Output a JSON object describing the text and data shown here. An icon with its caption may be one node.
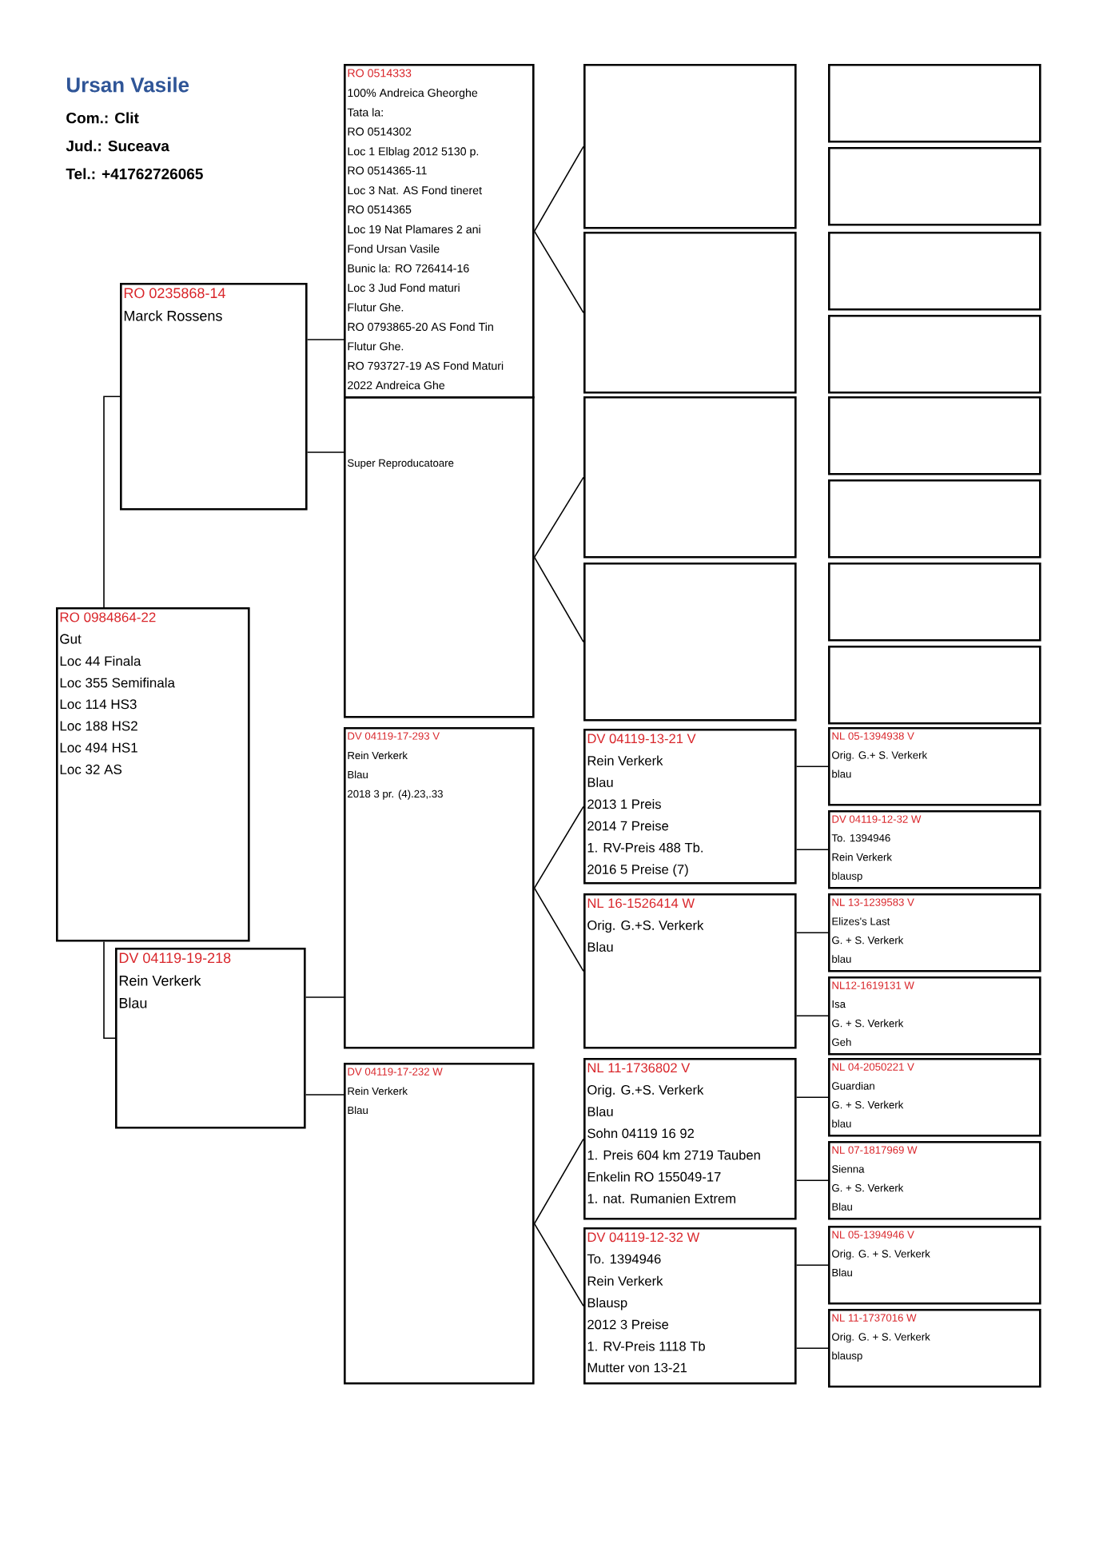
{
  "diagram": {
    "title": "Ursan Vasile",
    "labels": [
      "Com.: Clit",
      "Jud.: Suceava",
      "Tel.: +41762726065"
    ],
    "nodes": [
      {
        "text": [
          "RO 0984864-22",
          "Gut",
          "Loc 44 Finala",
          "Loc 355 Semifinala",
          "Loc 114 HS3",
          "Loc 188 HS2",
          "Loc 494 HS1",
          "Loc 32 AS"
        ]
      },
      {
        "text": [
          "RO 0235868-14",
          "Marck Rossens"
        ]
      },
      {
        "text": [
          "DV 04119-19-218",
          "Rein Verkerk",
          "Blau"
        ]
      },
      {
        "text": [
          "RO 0514333",
          "100% Andreica Gheorghe",
          "Tata la:",
          "RO 0514302",
          "Loc 1 Elblag 2012 5130 p.",
          "RO 0514365-11",
          "Loc 3 Nat. AS Fond tineret",
          "RO 0514365",
          "Loc 19 Nat Plamares 2 ani",
          "Fond Ursan Vasile",
          "Bunic la: RO 726414-16",
          "Loc 3 Jud Fond maturi",
          "Flutur Ghe.",
          "RO 0793865-20 AS Fond Tin",
          "Flutur Ghe.",
          "RO 793727-19 AS Fond Maturi",
          "2022 Andreica Ghe"
        ]
      },
      {
        "text": [
          "Super Reproducatoare"
        ]
      },
      {
        "text": [
          "DV 04119-17-293 V",
          "Rein Verkerk",
          "Blau",
          "2018 3 pr. (4).23,.33"
        ]
      },
      {
        "text": [
          "DV 04119-17-232 W",
          "Rein Verkerk",
          "Blau"
        ]
      },
      {
        "text": [],
        "shape": "box"
      },
      {
        "text": [],
        "shape": "box"
      },
      {
        "text": [],
        "shape": "box"
      },
      {
        "text": [],
        "shape": "box"
      },
      {
        "text": [
          "DV 04119-13-21 V",
          "Rein Verkerk",
          "Blau",
          "2013 1 Preis",
          "2014 7 Preise",
          "1. RV-Preis 488 Tb.",
          "2016 5 Preise (7)"
        ]
      },
      {
        "text": [
          "NL 16-1526414 W",
          "Orig. G.+S. Verkerk",
          "Blau"
        ]
      },
      {
        "text": [
          "NL 11-1736802 V",
          "Orig. G.+S. Verkerk",
          "Blau",
          "Sohn 04119 16 92",
          "1. Preis 604 km 2719 Tauben",
          "Enkelin RO 155049-17",
          "1. nat. Rumanien Extrem"
        ]
      },
      {
        "text": [
          "DV 04119-12-32 W",
          "To. 1394946",
          "Rein Verkerk",
          "Blausp",
          "2012 3 Preise",
          "1. RV-Preis 1118 Tb",
          "Mutter von 13-21"
        ]
      },
      {
        "text": [],
        "shape": "box"
      },
      {
        "text": [],
        "shape": "box"
      },
      {
        "text": [],
        "shape": "box"
      },
      {
        "text": [],
        "shape": "box"
      },
      {
        "text": [],
        "shape": "box"
      },
      {
        "text": [],
        "shape": "box"
      },
      {
        "text": [],
        "shape": "box"
      },
      {
        "text": [],
        "shape": "box"
      },
      {
        "text": [
          "NL 05-1394938 V",
          "Orig. G.+ S. Verkerk",
          "blau"
        ]
      },
      {
        "text": [
          "DV 04119-12-32 W",
          "To. 1394946",
          "Rein Verkerk",
          "blausp"
        ]
      },
      {
        "text": [
          "NL 13-1239583 V",
          "Elizes's Last",
          "G. + S. Verkerk",
          "blau"
        ]
      },
      {
        "text": [
          "NL12-1619131 W",
          "Isa",
          "G. + S. Verkerk",
          "Geh"
        ]
      },
      {
        "text": [
          "NL 04-2050221 V",
          "Guardian",
          "G. + S. Verkerk",
          "blau"
        ]
      },
      {
        "text": [
          "NL 07-1817969 W",
          "Sienna",
          "G. + S. Verkerk",
          "Blau"
        ]
      },
      {
        "text": [
          "NL 05-1394946 V",
          "Orig. G. + S. Verkerk",
          "Blau"
        ]
      },
      {
        "text": [
          "NL 11-1737016 W",
          "Orig. G. + S. Verkerk",
          "blausp"
        ]
      }
    ],
    "edges": [
      {
        "from": 0,
        "to": 1,
        "arrow": "none"
      },
      {
        "from": 0,
        "to": 2,
        "arrow": "none"
      },
      {
        "from": 1,
        "to": 3,
        "arrow": "none"
      },
      {
        "from": 1,
        "to": 4,
        "arrow": "none"
      },
      {
        "from": 2,
        "to": 5,
        "arrow": "none"
      },
      {
        "from": 2,
        "to": 6,
        "arrow": "none"
      },
      {
        "from": 3,
        "to": 7,
        "arrow": "none"
      },
      {
        "from": 3,
        "to": 8,
        "arrow": "none"
      },
      {
        "from": 4,
        "to": 9,
        "arrow": "none"
      },
      {
        "from": 4,
        "to": 10,
        "arrow": "none"
      },
      {
        "from": 5,
        "to": 11,
        "arrow": "none"
      },
      {
        "from": 5,
        "to": 12,
        "arrow": "none"
      },
      {
        "from": 6,
        "to": 13,
        "arrow": "none"
      },
      {
        "from": 6,
        "to": 14,
        "arrow": "none"
      },
      {
        "from": 11,
        "to": 23,
        "arrow": "none"
      },
      {
        "from": 11,
        "to": 24,
        "arrow": "none"
      },
      {
        "from": 12,
        "to": 25,
        "arrow": "none"
      },
      {
        "from": 12,
        "to": 26,
        "arrow": "none"
      },
      {
        "from": 13,
        "to": 27,
        "arrow": "none"
      },
      {
        "from": 13,
        "to": 28,
        "arrow": "none"
      },
      {
        "from": 14,
        "to": 29,
        "arrow": "none"
      },
      {
        "from": 14,
        "to": 30,
        "arrow": "none"
      }
    ]
  }
}
